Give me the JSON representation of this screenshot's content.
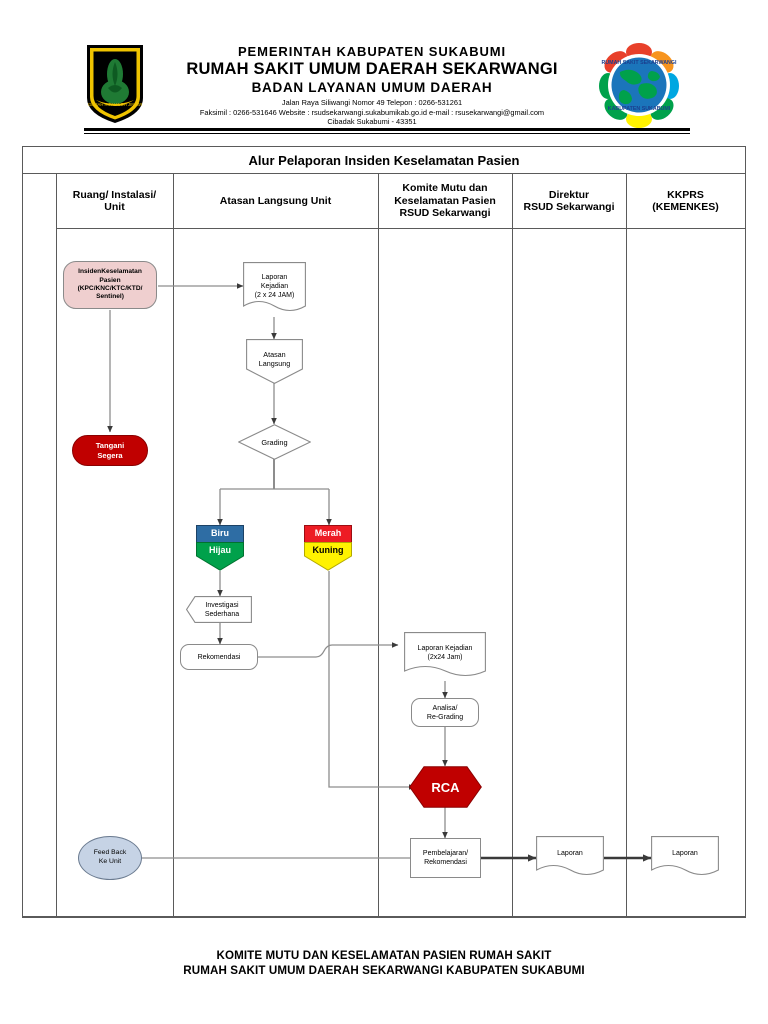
{
  "letterhead": {
    "line1": "PEMERINTAH  KABUPATEN  SUKABUMI",
    "line2": "RUMAH SAKIT UMUM DAERAH SEKARWANGI",
    "line3": "BADAN  LAYANAN  UMUM DAERAH",
    "address1": "Jalan Raya  Siliwangi Nomor 49 Telepon : 0266-531261",
    "address2": "Faksimil : 0266-531646 Website :  rsudsekarwangi.sukabumikab.go.id e-mail : rsusekarwangi@gmail.com",
    "address3": "Cibadak Sukabumi - 43351",
    "logo_left_name": "kabupaten-sukabumi-crest-logo",
    "logo_right_name": "rsud-sekarwangi-globe-logo"
  },
  "diagram": {
    "title": "Alur Pelaporan Insiden Keselamatan Pasien",
    "columns": [
      {
        "label": "Ruang/ Instalasi/\nUnit",
        "line1": "Ruang/ Instalasi/",
        "line2": "Unit"
      },
      {
        "label": "Atasan Langsung Unit",
        "line1": "Atasan Langsung Unit",
        "line2": ""
      },
      {
        "label": "Komite Mutu dan Keselamatan Pasien RSUD Sekarwangi",
        "line1": "Komite Mutu dan",
        "line2": "Keselamatan Pasien",
        "line3": "RSUD Sekarwangi"
      },
      {
        "label": "Direktur RSUD Sekarwangi",
        "line1": "Direktur",
        "line2": "RSUD Sekarwangi"
      },
      {
        "label": "KKPRS (KEMENKES)",
        "line1": "KKPRS",
        "line2": "(KEMENKES)"
      }
    ],
    "nodes": {
      "insiden": {
        "l1": "InsidenKeselamatan",
        "l2": "Pasien",
        "l3": "(KPC/KNC/KTC/KTD/",
        "l4": "Sentinel)"
      },
      "tangani": {
        "l1": "Tangani",
        "l2": "Segera"
      },
      "laporan_kejadian_1": {
        "l1": "Laporan",
        "l2": "Kejadian",
        "l3": "(2 x 24 JAM)"
      },
      "atasan_langsung": {
        "l1": "Atasan",
        "l2": "Langsung"
      },
      "grading": {
        "l1": "Grading"
      },
      "biru": {
        "l1": "Biru"
      },
      "hijau": {
        "l1": "Hijau"
      },
      "merah": {
        "l1": "Merah"
      },
      "kuning": {
        "l1": "Kuning"
      },
      "investigasi": {
        "l1": "Investigasi",
        "l2": "Sederhana"
      },
      "rekomendasi": {
        "l1": "Rekomendasi"
      },
      "laporan_kejadian_2": {
        "l1": "Laporan Kejadian",
        "l2": "(2x24 Jam)"
      },
      "analisa": {
        "l1": "Analisa/",
        "l2": "Re-Grading"
      },
      "rca": {
        "l1": "RCA"
      },
      "pembelajaran": {
        "l1": "Pembelajaran/",
        "l2": "Rekomendasi"
      },
      "laporan_direktur": {
        "l1": "Laporan"
      },
      "laporan_kkprs": {
        "l1": "Laporan"
      },
      "feedback": {
        "l1": "Feed Back",
        "l2": "Ke Unit"
      }
    },
    "colors": {
      "incident_fill": "#efcfcf",
      "tangani_fill": "#c00000",
      "biru_fill": "#2e6da4",
      "hijau_fill": "#00a14b",
      "merah_fill": "#ed1c24",
      "kuning_fill": "#fff200",
      "rca_fill": "#c00000",
      "feedback_fill": "#c6d3e5",
      "border": "#5a5a5a"
    }
  },
  "footer": {
    "line1": "KOMITE MUTU DAN KESELAMATAN PASIEN RUMAH SAKIT",
    "line2": "RUMAH SAKIT UMUM DAERAH SEKARWANGI KABUPATEN SUKABUMI"
  }
}
